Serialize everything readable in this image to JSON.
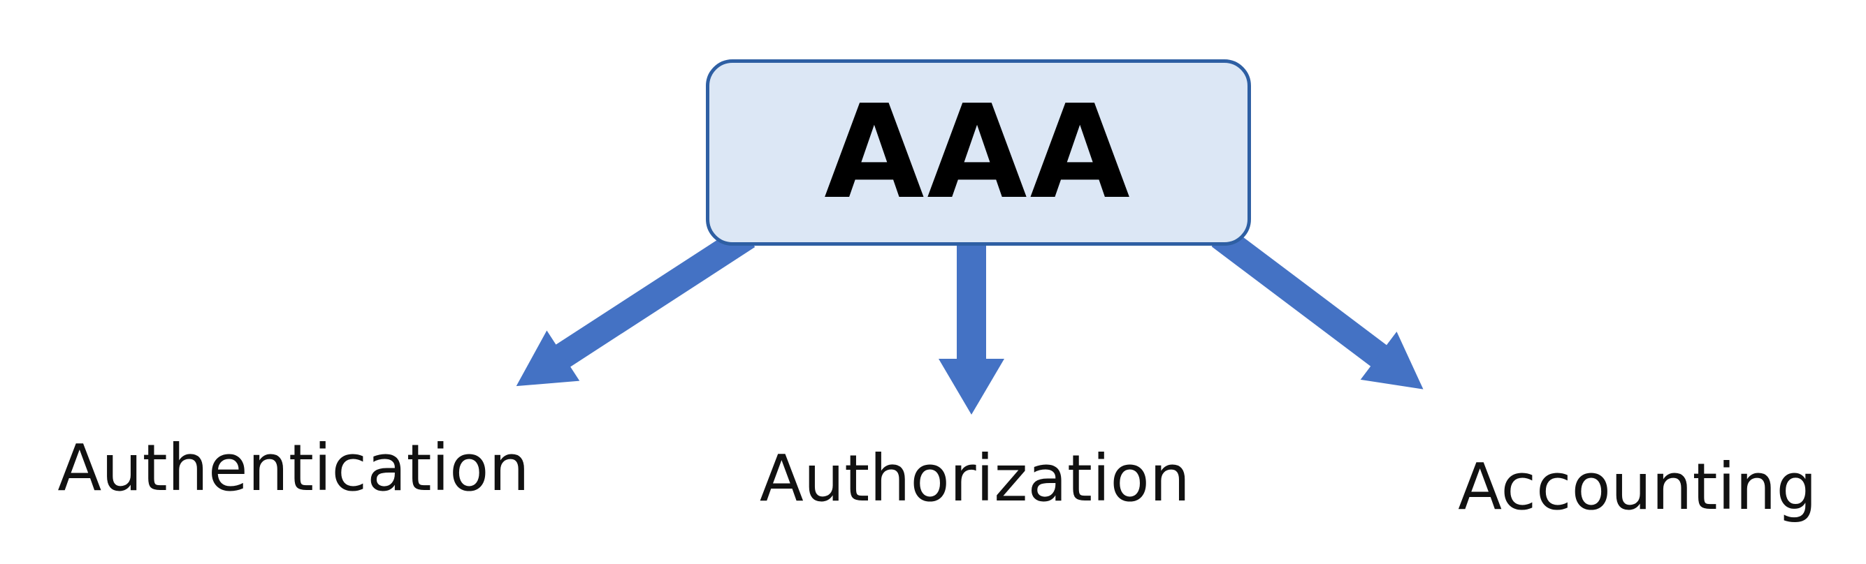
{
  "diagram": {
    "type": "tree",
    "title_box": {
      "label": "AAA"
    },
    "branches": [
      {
        "label": "Authentication"
      },
      {
        "label": "Authorization"
      },
      {
        "label": "Accounting"
      }
    ]
  },
  "colors": {
    "background": "#ffffff",
    "box_fill": "#dce7f5",
    "box_border": "#2e5fa3",
    "arrow_fill": "#4472c4",
    "label_text": "#111111"
  }
}
